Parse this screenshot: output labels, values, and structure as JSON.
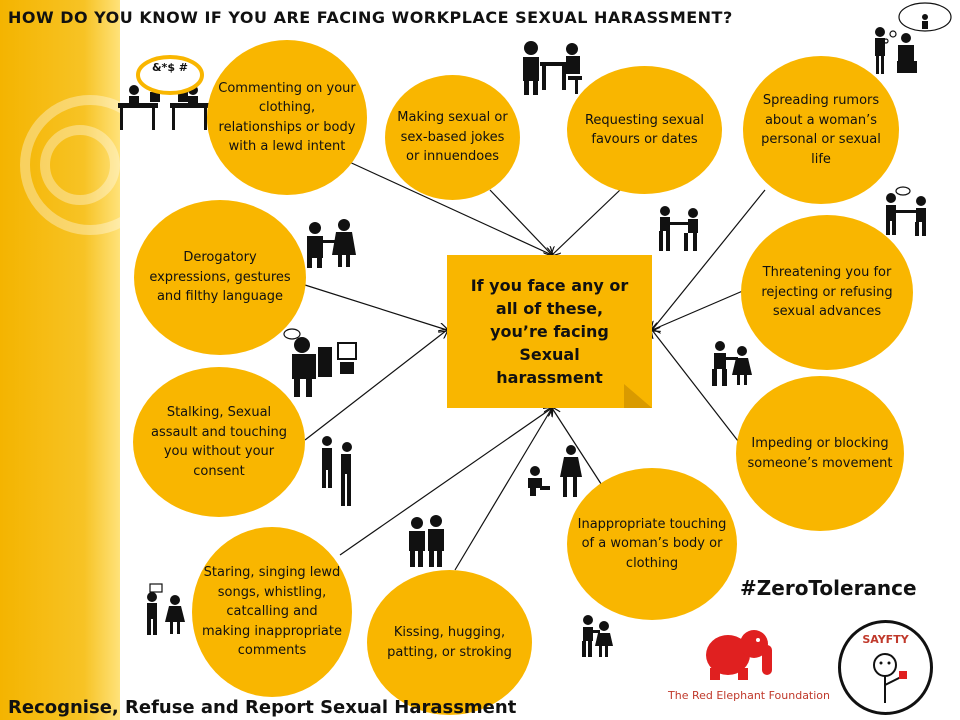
{
  "header": {
    "title": "HOW DO YOU KNOW IF YOU ARE FACING WORKPLACE SEXUAL HARASSMENT?"
  },
  "center": {
    "text": "If you face any or all of these, you’re facing Sexual harassment"
  },
  "bubbles": [
    "Commenting on your clothing, relationships or body with a lewd intent",
    "Making sexual or sex-based jokes or innuendoes",
    "Requesting sexual favours or dates",
    "Spreading rumors about a woman’s personal or sexual life",
    "Derogatory expressions, gestures and filthy language",
    "Threatening you for rejecting or refusing sexual advances",
    "Stalking, Sexual assault and touching you without your consent",
    "Impeding or blocking someone’s movement",
    "Inappropriate touching of a woman’s body or clothing",
    "Staring, singing lewd songs, whistling, catcalling and making inappropriate comments",
    "Kissing, hugging, patting, or stroking"
  ],
  "speech_bubble": {
    "text": "&*$ #"
  },
  "hashtag": "#ZeroTolerance",
  "footer": {
    "text": "Recognise, Refuse and Report Sexual Harassment"
  },
  "logos": {
    "red_elephant": "The Red Elephant Foundation",
    "sayfty": "SAYFTY"
  },
  "colors": {
    "accent": "#f9b600",
    "band": "#f4b400",
    "logo_red": "#c0392b"
  }
}
